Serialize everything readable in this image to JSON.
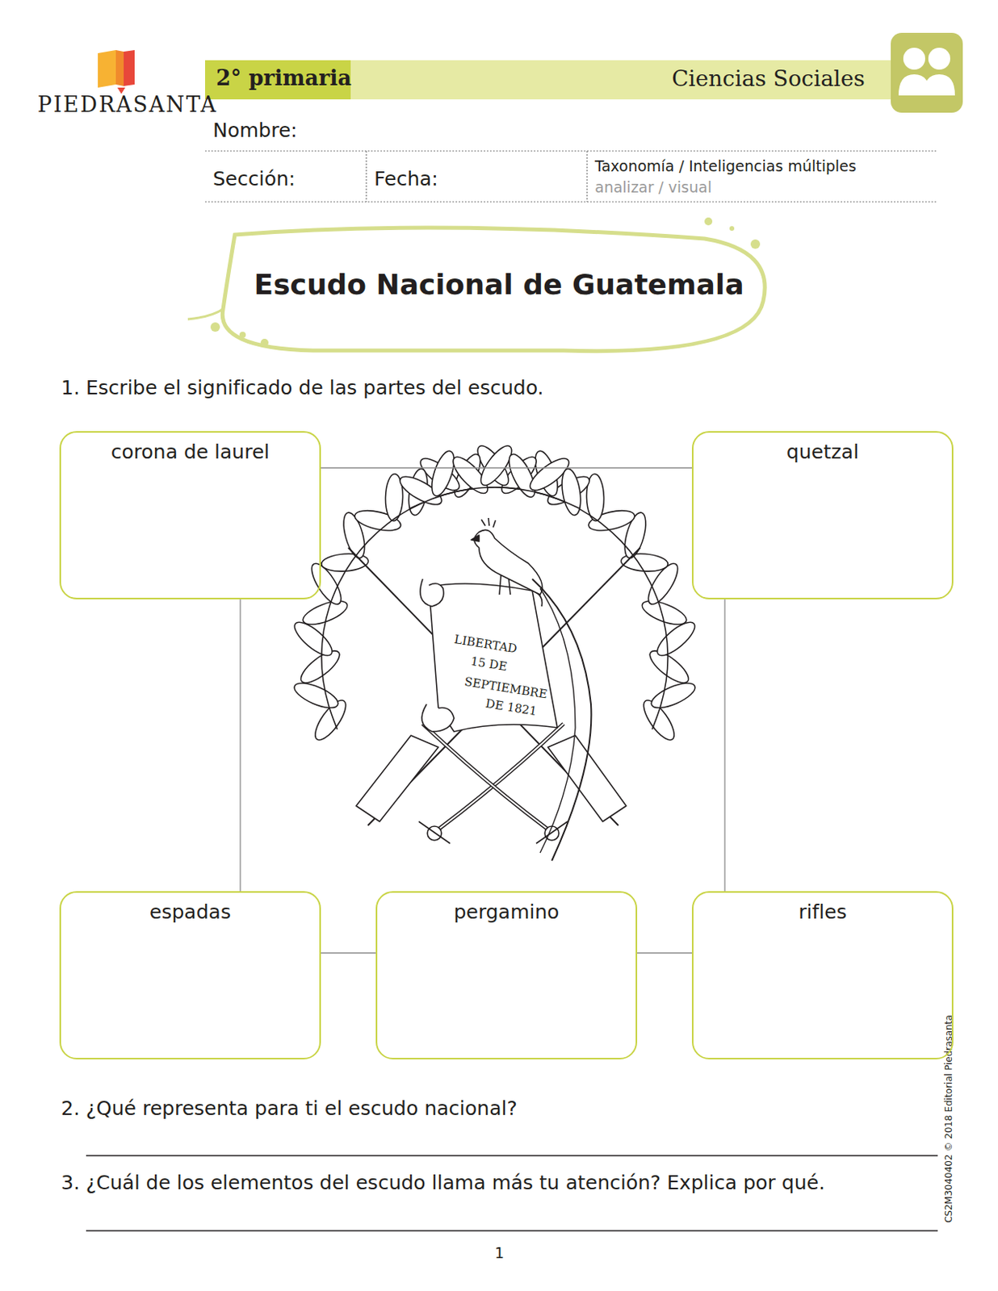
{
  "diagram": {
    "title": "Escudo Nacional de Guatemala",
    "nodes": [
      {
        "text": [
          "corona de laurel"
        ]
      },
      {
        "text": [
          "quetzal"
        ]
      },
      {
        "text": [
          "espadas"
        ]
      },
      {
        "text": [
          "pergamino"
        ]
      },
      {
        "text": [
          "rifles"
        ]
      }
    ],
    "edges": [
      {
        "from": 0,
        "to": 1,
        "arrow": "none"
      },
      {
        "from": 0,
        "to": 2,
        "arrow": "none"
      },
      {
        "from": 1,
        "to": 4,
        "arrow": "none"
      },
      {
        "from": 2,
        "to": 3,
        "arrow": "none"
      },
      {
        "from": 3,
        "to": 4,
        "arrow": "none"
      }
    ],
    "labels": [
      "PIEDRASANTA",
      "2° primaria",
      "Ciencias Sociales",
      "Nombre:",
      "Sección:",
      "Fecha:",
      "Taxonomía / Inteligencias múltiples",
      "analizar / visual",
      "1. Escribe el significado de las partes del escudo.",
      "LIBERTAD",
      "15 DE",
      "SEPTIEMBRE",
      "DE 1821",
      "2. ¿Qué representa para ti el escudo nacional?",
      "3. ¿Cuál de los elementos del escudo llama más tu atención? Explica por qué.",
      "1",
      "CS2M3040402  © 2018 Editorial Piedrasanta"
    ]
  }
}
